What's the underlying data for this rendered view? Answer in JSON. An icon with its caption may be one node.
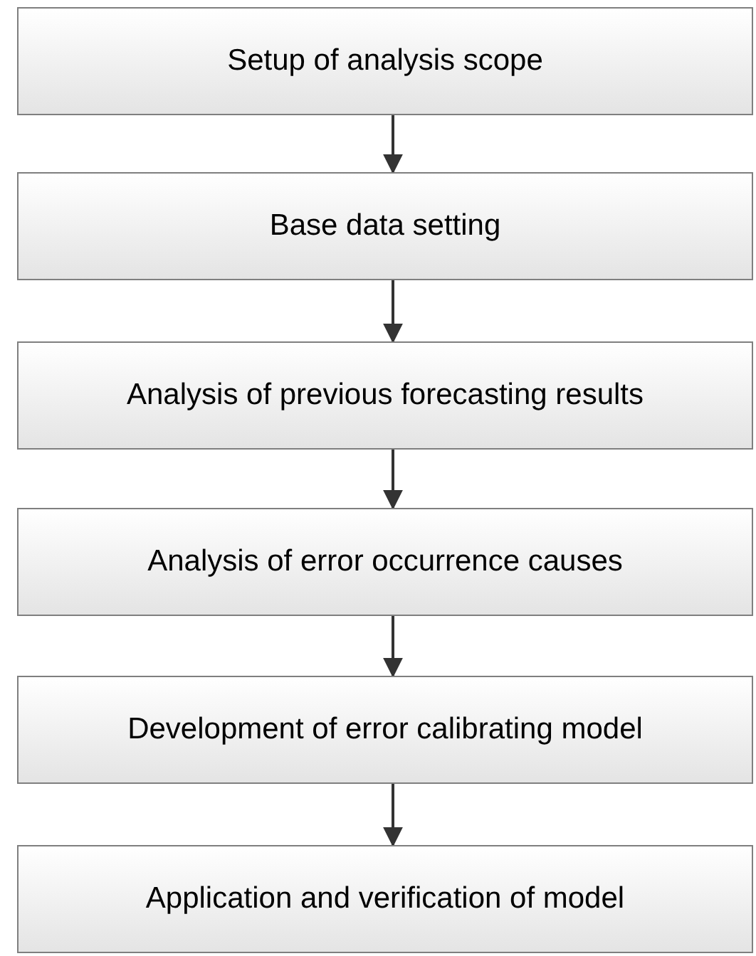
{
  "diagram": {
    "nodes": [
      {
        "text": [
          "Setup of analysis scope"
        ]
      },
      {
        "text": [
          "Base data setting"
        ]
      },
      {
        "text": [
          "Analysis of previous forecasting results"
        ]
      },
      {
        "text": [
          "Analysis of error occurrence causes"
        ]
      },
      {
        "text": [
          "Development of error calibrating model"
        ]
      },
      {
        "text": [
          "Application and verification of model"
        ]
      }
    ],
    "edges": [
      {
        "from": 0,
        "to": 1,
        "arrow": "to"
      },
      {
        "from": 1,
        "to": 2,
        "arrow": "to"
      },
      {
        "from": 2,
        "to": 3,
        "arrow": "to"
      },
      {
        "from": 3,
        "to": 4,
        "arrow": "to"
      },
      {
        "from": 4,
        "to": 5,
        "arrow": "to"
      }
    ]
  }
}
